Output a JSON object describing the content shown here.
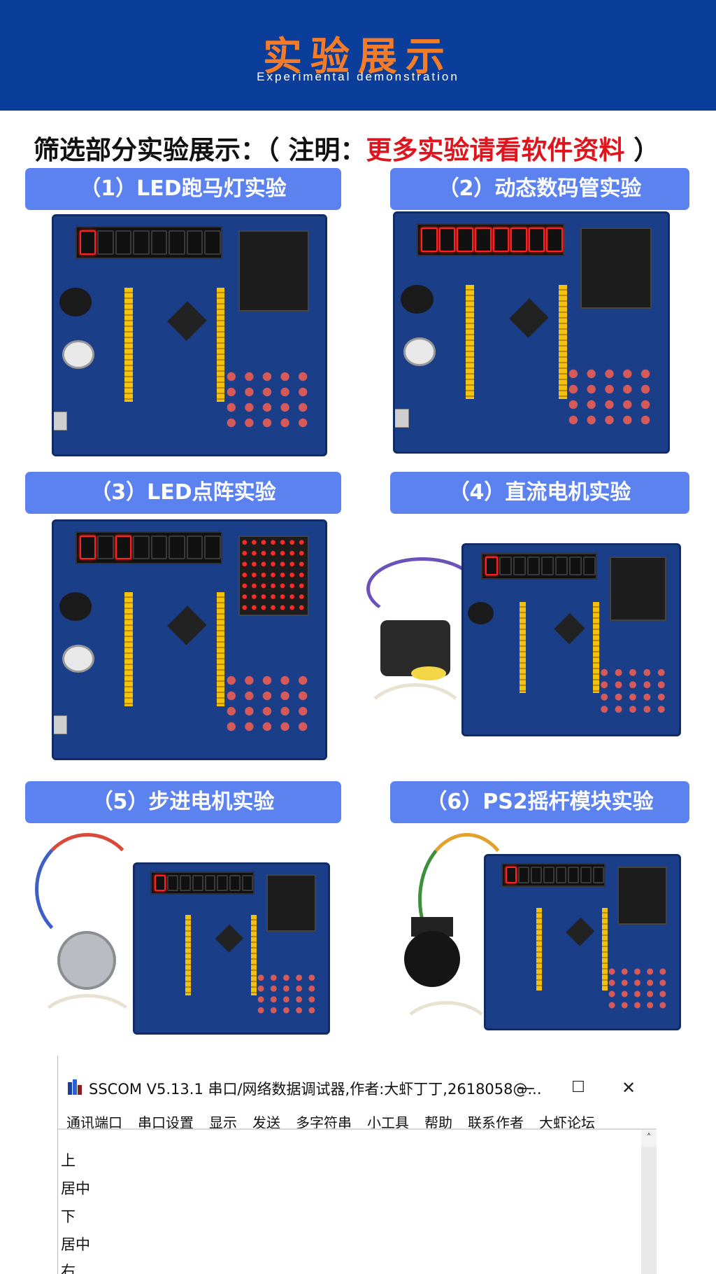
{
  "banner": {
    "title": "实验展示",
    "subtitle": "Experimental demonstration"
  },
  "intro": {
    "prefix": "筛选部分实验展示：（ 注明：",
    "highlight": "更多实验请看软件资料",
    "suffix": " ）"
  },
  "experiments": [
    {
      "label": "（1）LED跑马灯实验"
    },
    {
      "label": "（2）动态数码管实验"
    },
    {
      "label": "（3）LED点阵实验"
    },
    {
      "label": "（4）直流电机实验"
    },
    {
      "label": "（5）步进电机实验"
    },
    {
      "label": "（6）PS2摇杆模块实验"
    }
  ],
  "sscom": {
    "title": "SSCOM V5.13.1 串口/网络数据调试器,作者:大虾丁丁,2618058@...",
    "controls": {
      "minimize": "—",
      "maximize": "☐",
      "close": "✕"
    },
    "menu": [
      "通讯端口",
      "串口设置",
      "显示",
      "发送",
      "多字符串",
      "小工具",
      "帮助",
      "联系作者",
      "大虾论坛"
    ],
    "output_lines": [
      "上",
      "居中",
      "下",
      "居中",
      "右"
    ]
  },
  "colors": {
    "banner_bg": "#0a3e9a",
    "banner_title": "#f47b28",
    "label_bg": "#5b82ee",
    "highlight_red": "#e0141d",
    "board_blue": "#1a3f88"
  }
}
